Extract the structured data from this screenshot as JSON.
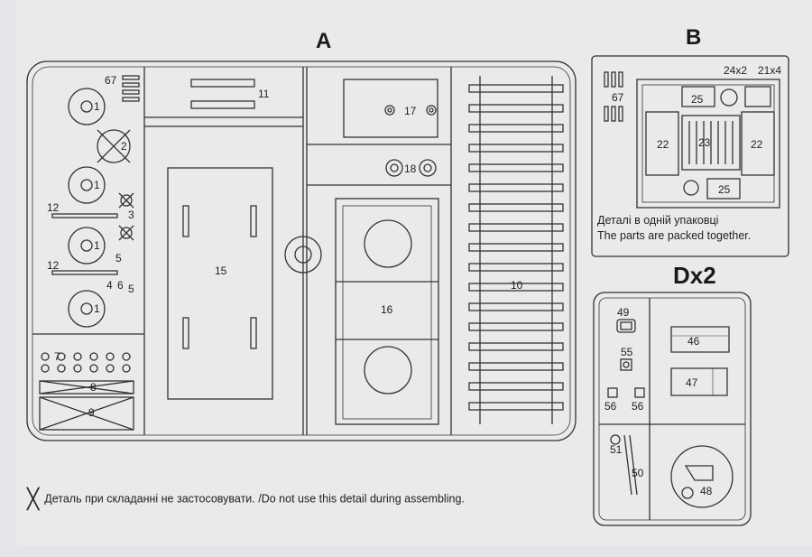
{
  "sections": {
    "a": "A",
    "b": "B",
    "d": "Dx2"
  },
  "part_numbers": {
    "p1": "1",
    "p2": "2",
    "p3": "3",
    "p4": "4",
    "p5": "5",
    "p6": "6",
    "p7": "7",
    "p8": "8",
    "p9": "9",
    "p10": "10",
    "p11": "11",
    "p12": "12",
    "p15": "15",
    "p16": "16",
    "p17": "17",
    "p18": "18",
    "p21x4": "21x4",
    "p22": "22",
    "p23": "23",
    "p24x2": "24x2",
    "p25": "25",
    "p46": "46",
    "p47": "47",
    "p48": "48",
    "p49": "49",
    "p50": "50",
    "p51": "51",
    "p55": "55",
    "p56": "56",
    "p67": "67"
  },
  "notes": {
    "packed_ua": "Деталі в одній упаковці",
    "packed_en": "The parts are packed together.",
    "legend_ua": "Деталь при складанні не застосовувати.",
    "legend_sep": "/",
    "legend_en": "Do not use this detail during assembling."
  }
}
